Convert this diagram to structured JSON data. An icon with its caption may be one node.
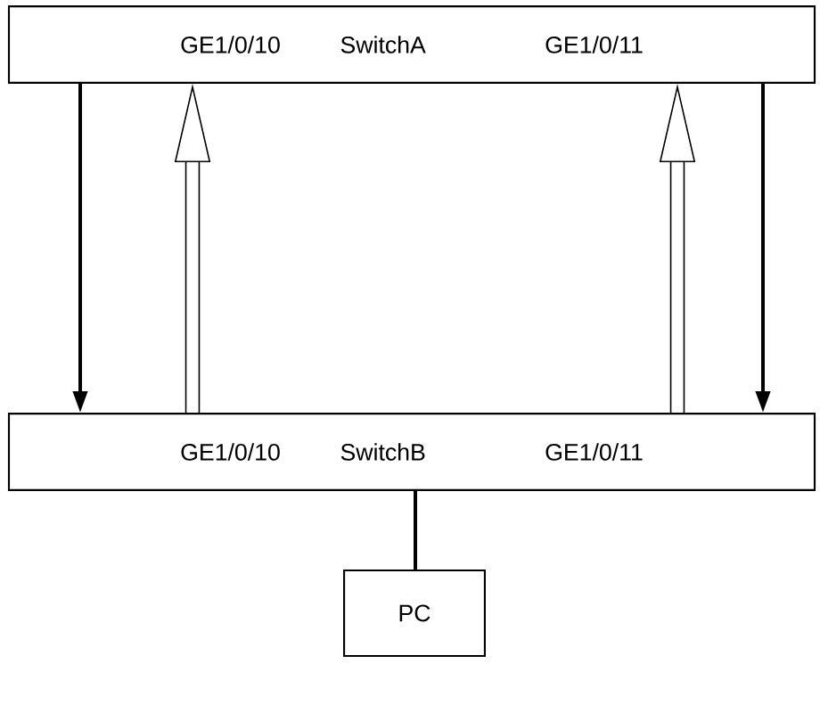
{
  "diagram": {
    "nodes": [
      {
        "text": [
          "GE1/0/10",
          "SwitchA",
          "GE1/0/11"
        ]
      },
      {
        "text": [
          "GE1/0/10",
          "SwitchB",
          "GE1/0/11"
        ]
      },
      {
        "text": [
          "PC"
        ]
      }
    ],
    "edges": [
      {
        "from": 0,
        "to": 1,
        "arrow": "to"
      },
      {
        "from": 1,
        "to": 0,
        "arrow": "to",
        "style": "thick"
      },
      {
        "from": 1,
        "to": 0,
        "arrow": "to",
        "style": "thick"
      },
      {
        "from": 0,
        "to": 1,
        "arrow": "to"
      },
      {
        "from": 1,
        "to": 2,
        "arrow": "none"
      }
    ]
  }
}
